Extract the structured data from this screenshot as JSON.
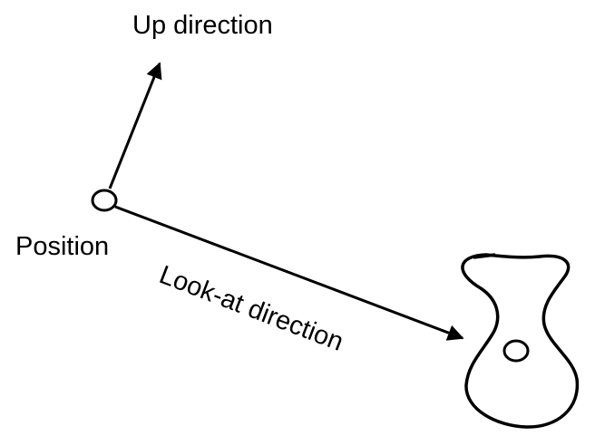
{
  "diagram": {
    "labels": {
      "up_direction": "Up direction",
      "position": "Position",
      "look_at_direction": "Look-at direction"
    },
    "colors": {
      "stroke": "#000000",
      "background": "#ffffff",
      "text": "#000000"
    }
  }
}
